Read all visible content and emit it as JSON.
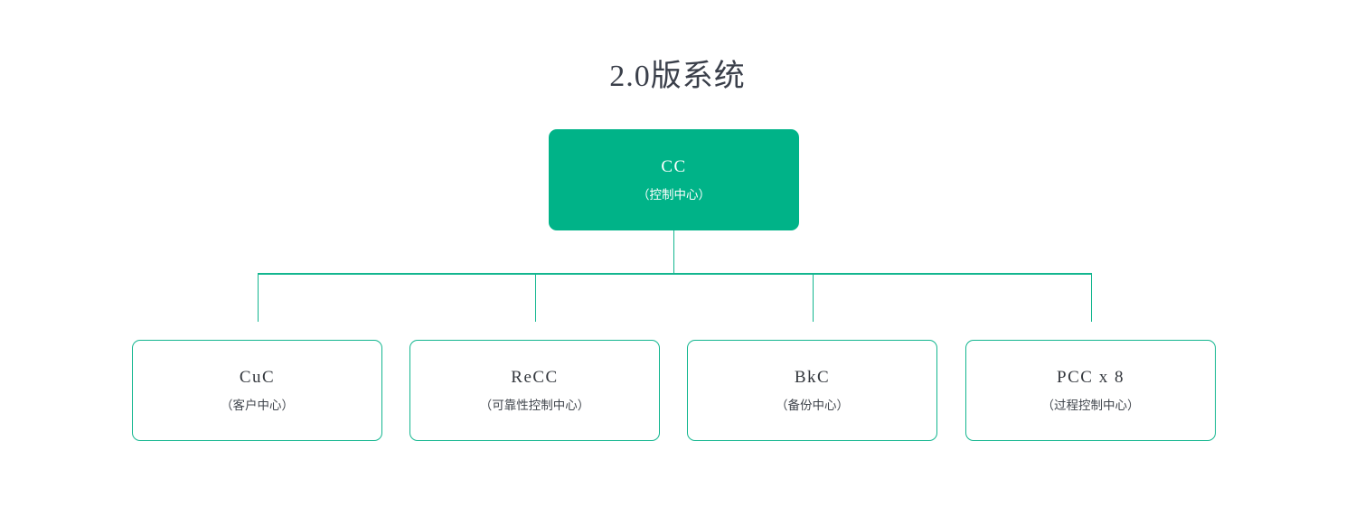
{
  "diagram": {
    "title": "2.0版系统",
    "type": "org-chart",
    "theme": {
      "accent": "#00b388",
      "border": "#13b68f",
      "title_color": "#3a3f4a",
      "node_text": "#33373d",
      "root_text": "#ffffff",
      "background": "#ffffff"
    },
    "root": {
      "id": "cc",
      "title": "CC",
      "subtitle": "（控制中心）",
      "filled": true
    },
    "children": [
      {
        "id": "cuc",
        "title": "CuC",
        "subtitle": "（客户中心）",
        "filled": false
      },
      {
        "id": "recc",
        "title": "ReCC",
        "subtitle": "（可靠性控制中心）",
        "filled": false
      },
      {
        "id": "bkc",
        "title": "BkC",
        "subtitle": "（备份中心）",
        "filled": false
      },
      {
        "id": "pcc",
        "title": "PCC x 8",
        "subtitle": "（过程控制中心）",
        "filled": false
      }
    ]
  }
}
